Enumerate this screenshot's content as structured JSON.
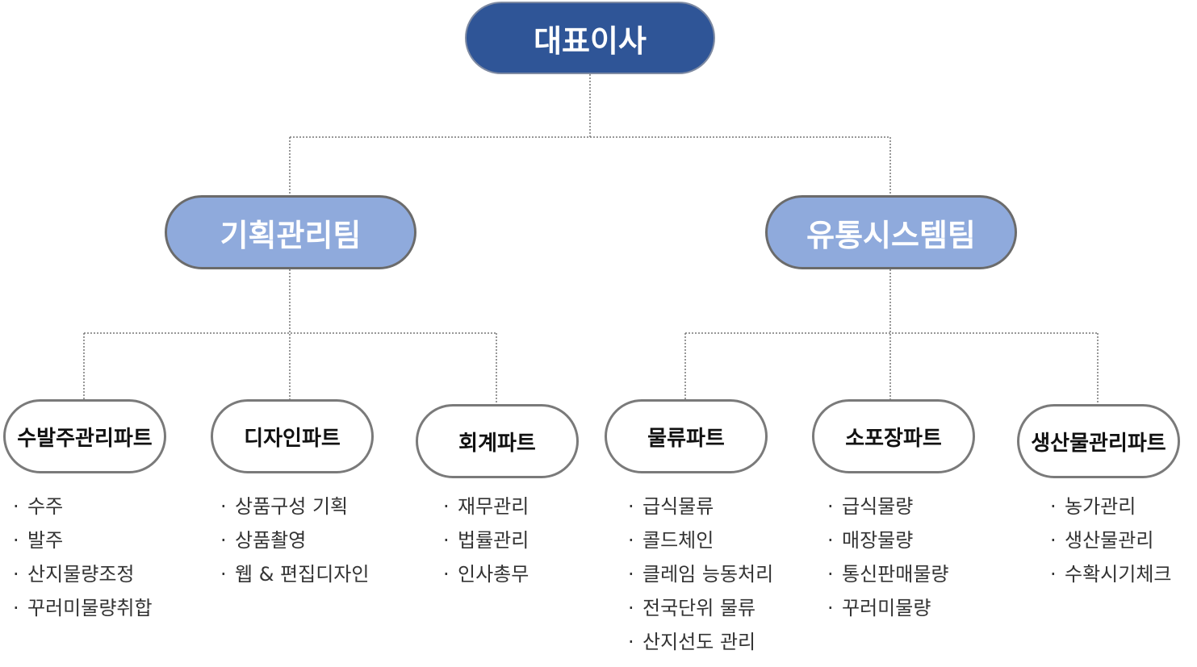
{
  "ceo": {
    "label": "대표이사"
  },
  "teams": [
    {
      "label": "기획관리팀",
      "parts": [
        {
          "label": "수발주관리파트",
          "duties": [
            "수주",
            "발주",
            "산지물량조정",
            "꾸러미물량취합"
          ]
        },
        {
          "label": "디자인파트",
          "duties": [
            "상품구성 기획",
            "상품촬영",
            "웹 & 편집디자인"
          ]
        },
        {
          "label": "회계파트",
          "duties": [
            "재무관리",
            "법률관리",
            "인사총무"
          ]
        }
      ]
    },
    {
      "label": "유통시스템팀",
      "parts": [
        {
          "label": "물류파트",
          "duties": [
            "급식물류",
            "콜드체인",
            "클레임 능동처리",
            "전국단위 물류",
            "산지선도 관리"
          ]
        },
        {
          "label": "소포장파트",
          "duties": [
            "급식물량",
            "매장물량",
            "통신판매물량",
            "꾸러미물량"
          ]
        },
        {
          "label": "생산물관리파트",
          "duties": [
            "농가관리",
            "생산물관리",
            "수확시기체크"
          ]
        }
      ]
    }
  ],
  "colors": {
    "ceo_fill": "#2f5597",
    "team_fill": "#8faadc",
    "connector": "#777777"
  }
}
